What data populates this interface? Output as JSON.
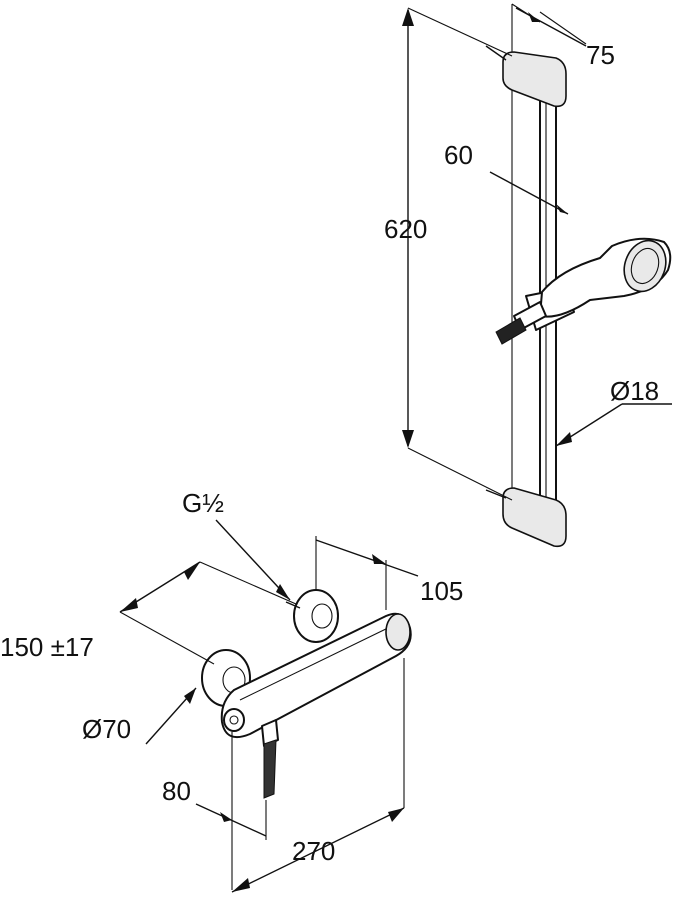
{
  "labels": {
    "rail_width": "75",
    "bracket_offset": "60",
    "rail_height": "620",
    "rail_diameter": "Ø18",
    "thread": "G½",
    "mixer_depth": "105",
    "connection_distance": "150 ±17",
    "rosette_diameter": "Ø70",
    "outlet_offset": "80",
    "mixer_length": "270"
  },
  "colors": {
    "line": "#111111",
    "fill": "#ffffff",
    "shade": "#e9e9e9"
  }
}
